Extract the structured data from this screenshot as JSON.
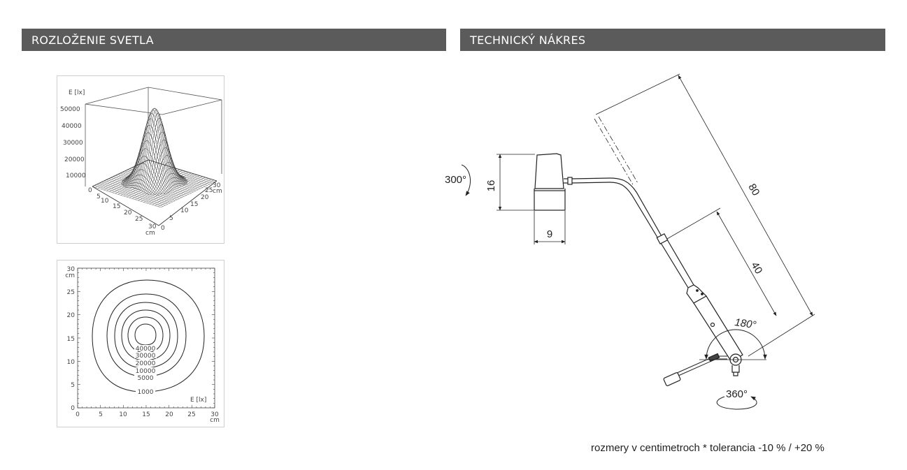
{
  "headers": {
    "left": "ROZLOŽENIE SVETLA",
    "right": "TECHNICKÝ NÁKRES"
  },
  "surface_plot": {
    "z_axis_label": "E [lx]",
    "z_ticks": [
      "50000",
      "40000",
      "30000",
      "20000",
      "10000",
      "0"
    ],
    "x_ticks": [
      "5",
      "10",
      "15",
      "20",
      "25",
      "30"
    ],
    "x_unit": "cm",
    "y_ticks": [
      "0",
      "5",
      "10",
      "15",
      "20",
      "25",
      "30"
    ],
    "y_unit": "cm"
  },
  "contour_plot": {
    "x_ticks": [
      "0",
      "5",
      "10",
      "15",
      "20",
      "25",
      "30"
    ],
    "x_unit": "cm",
    "y_ticks": [
      "0",
      "5",
      "10",
      "15",
      "20",
      "25",
      "30"
    ],
    "y_unit": "cm",
    "value_label": "E [lx]",
    "contour_levels": [
      "40000",
      "30000",
      "20000",
      "10000",
      "5000",
      "1000"
    ]
  },
  "technical_drawing": {
    "dim_height": "16",
    "dim_width": "9",
    "dim_total": "80",
    "dim_lower": "40",
    "rotation_head": "300°",
    "rotation_arm": "180°",
    "rotation_base": "360°"
  },
  "footnote": "rozmery v centimetroch * tolerancia -10 % / +20 %",
  "colors": {
    "header_bg": "#5b5b5b",
    "header_text": "#ffffff",
    "line": "#222222"
  }
}
